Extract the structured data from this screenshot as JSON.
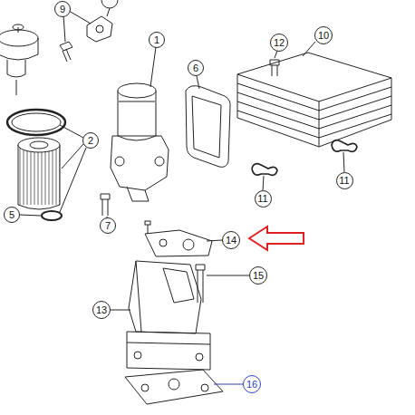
{
  "diagram": {
    "nodes": [
      {
        "text": [
          "9"
        ]
      },
      {
        "text": [
          "1"
        ]
      },
      {
        "text": [
          "12"
        ]
      },
      {
        "text": [
          "10"
        ]
      },
      {
        "text": [
          "6"
        ]
      },
      {
        "text": [
          "2"
        ]
      },
      {
        "text": [
          "5"
        ]
      },
      {
        "text": [
          "7"
        ]
      },
      {
        "text": [
          "11"
        ]
      },
      {
        "text": [
          "11"
        ]
      },
      {
        "text": [
          "14"
        ]
      },
      {
        "text": [
          "15"
        ]
      },
      {
        "text": [
          "13"
        ]
      },
      {
        "text": [
          "16"
        ]
      }
    ]
  }
}
